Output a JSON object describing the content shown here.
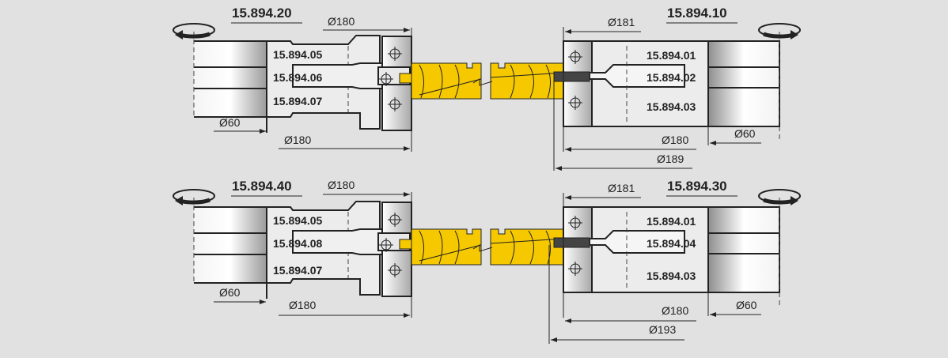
{
  "colors": {
    "background": "#e1e1e1",
    "workpiece": "#f5c800",
    "tool_body": "#ececec"
  },
  "top": {
    "left": {
      "title": "15.894.20",
      "parts": [
        "15.894.05",
        "15.894.06",
        "15.894.07"
      ],
      "dim_top": "Ø180",
      "dim_shaft": "Ø60",
      "dim_bottom": "Ø180"
    },
    "right": {
      "title": "15.894.10",
      "parts": [
        "15.894.01",
        "15.894.02",
        "15.894.03"
      ],
      "dim_top": "Ø181",
      "dim_shaft": "Ø60",
      "dim_bottom": "Ø180",
      "dim_outer": "Ø189"
    }
  },
  "bottom": {
    "left": {
      "title": "15.894.40",
      "parts": [
        "15.894.05",
        "15.894.08",
        "15.894.07"
      ],
      "dim_top": "Ø180",
      "dim_shaft": "Ø60",
      "dim_bottom": "Ø180"
    },
    "right": {
      "title": "15.894.30",
      "parts": [
        "15.894.01",
        "15.894.04",
        "15.894.03"
      ],
      "dim_top": "Ø181",
      "dim_shaft": "Ø60",
      "dim_bottom": "Ø180",
      "dim_outer": "Ø193"
    }
  }
}
